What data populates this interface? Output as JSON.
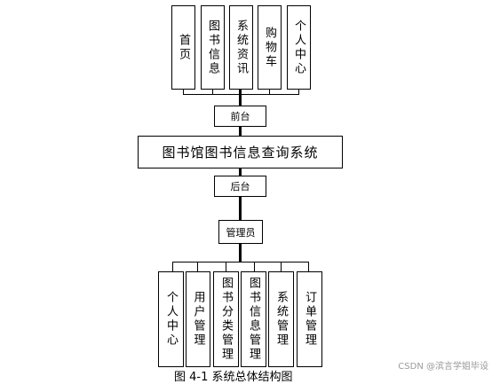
{
  "frontend": {
    "modules": [
      "首页",
      "图书信息",
      "系统资讯",
      "购物车",
      "个人中心"
    ],
    "label": "前台"
  },
  "system": {
    "title": "图书馆图书信息查询系统"
  },
  "backend": {
    "label": "后台",
    "admin": "管理员",
    "modules": [
      "个人中心",
      "用户管理",
      "图书分类管理",
      "图书信息管理",
      "系统管理",
      "订单管理"
    ]
  },
  "caption": "图 4-1 系统总体结构图",
  "watermark": "CSDN @滨言学姐毕设"
}
